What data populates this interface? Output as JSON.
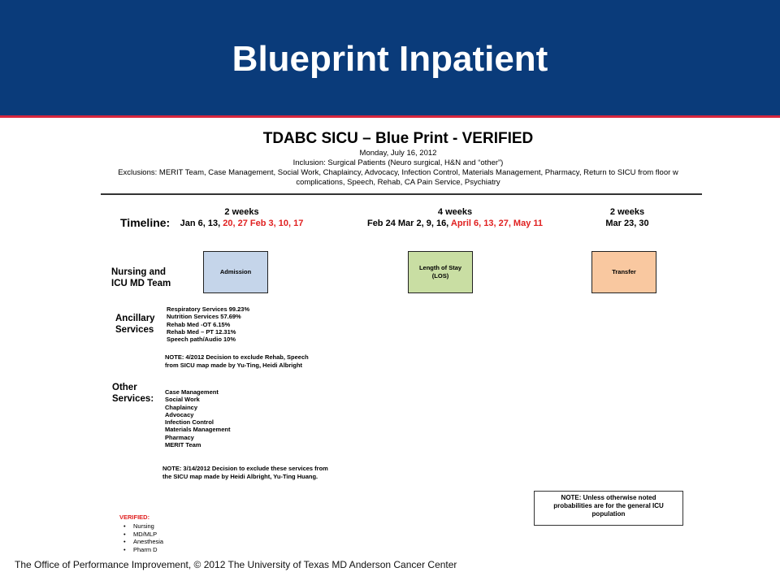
{
  "header": {
    "title": "Blueprint Inpatient",
    "bg_color": "#0a3b7a",
    "rule_color": "#d7263d"
  },
  "document": {
    "title": "TDABC SICU – Blue Print - VERIFIED",
    "date": "Monday, July 16, 2012",
    "inclusion": "Inclusion:  Surgical  Patients (Neuro surgical, H&N and “other”)",
    "exclusions_line1": "Exclusions: MERIT Team, Case Management, Social Work, Chaplaincy, Advocacy, Infection Control, Materials Management, Pharmacy, Return to SICU from floor w",
    "exclusions_line2": "complications, Speech, Rehab, CA Pain Service, Psychiatry"
  },
  "timeline": {
    "label": "Timeline:",
    "periods": [
      {
        "duration": "2 weeks",
        "dates_black": "Jan 6, 13, ",
        "dates_red": "20, 27 Feb 3, 10, 17"
      },
      {
        "duration": "4 weeks",
        "dates_black": "Feb 24 Mar 2, 9, 16, ",
        "dates_red": "April 6, 13, 27, May 11"
      },
      {
        "duration": "2 weeks",
        "dates_black": "Mar 23, 30",
        "dates_red": ""
      }
    ]
  },
  "rows": {
    "nursing_line1": "Nursing and",
    "nursing_line2": "ICU MD Team",
    "ancillary_line1": "Ancillary",
    "ancillary_line2": "Services",
    "other_line1": "Other",
    "other_line2": "Services:"
  },
  "boxes": [
    {
      "line1": "Admission",
      "line2": "",
      "color": "#c5d5ea"
    },
    {
      "line1": "Length of Stay",
      "line2": "(LOS)",
      "color": "#c9dea3"
    },
    {
      "line1": "Transfer",
      "line2": "",
      "color": "#f9c8a0"
    }
  ],
  "ancillary_services": [
    "Respiratory Services 99.23%",
    "Nutrition Services 57.69%",
    "Rehab Med -OT 6.15%",
    "Rehab Med – PT 12.31%",
    "Speech path/Audio 10%"
  ],
  "note_rehab": {
    "line1": "NOTE: 4/2012 Decision to exclude Rehab, Speech",
    "line2": "from SICU map made by Yu-Ting, Heidi Albright"
  },
  "other_services": [
    "Case Management",
    "Social Work",
    "Chaplaincy",
    "Advocacy",
    "Infection Control",
    "Materials Management",
    "Pharmacy",
    "MERIT Team"
  ],
  "note_services": {
    "line1": "NOTE: 3/14/2012 Decision to exclude these services from",
    "line2": "the SICU map made by Heidi Albright, Yu-Ting Huang."
  },
  "note_box": {
    "line1": "NOTE: Unless otherwise noted",
    "line2": "probabilities are for the general ICU",
    "line3": "population"
  },
  "verified": {
    "title": "VERIFIED:",
    "items": [
      "Nursing",
      "MD/MLP",
      "Anesthesia",
      "Pharm D"
    ]
  },
  "footer": {
    "text": "The Office of Performance Improvement, © 2012 The University of Texas MD Anderson Cancer Center"
  }
}
